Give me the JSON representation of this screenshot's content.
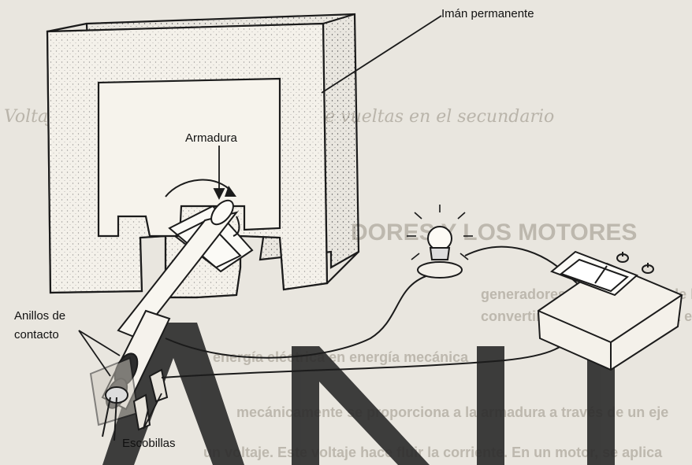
{
  "labels": {
    "magnet": "Imán permanente",
    "armature": "Armadura",
    "rings_line1": "Anillos de",
    "rings_line2": "contacto",
    "brushes": "Escobillas"
  },
  "bleed_through": {
    "line1": "Voltaje primario",
    "line2": "Número de vueltas en el secundario",
    "line3": "DORES Y LOS MOTORES",
    "line4": "generadores se construyen de la misma manera",
    "line5": "convertir la energía mecánica en energía eléctrica",
    "line6": "energía eléctrica en energía mecánica",
    "line7": "mecánicamente se proporciona a la armadura a través de un eje",
    "line8": "un voltaje. Este voltaje hace fluir la corriente. En un motor, se aplica"
  },
  "colors": {
    "paper": "#e9e6df",
    "ink": "#1b1b1b",
    "watermark": "#2a2a2a",
    "bleed": "#b9b4aa"
  }
}
